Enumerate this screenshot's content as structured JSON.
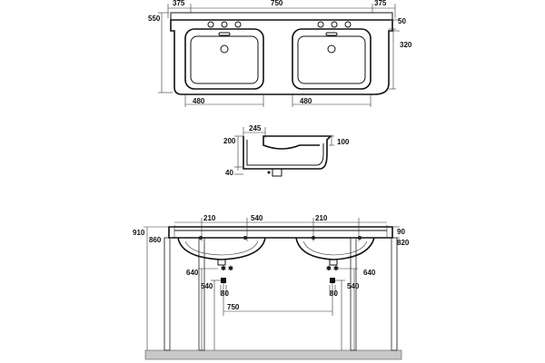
{
  "top_view": {
    "dim_left_end": "375",
    "dim_center": "750",
    "dim_right_end": "375",
    "dim_depth": "550",
    "dim_bowl_depth": "320",
    "dim_rim": "50",
    "dim_bowl_left": "480",
    "dim_bowl_right": "480"
  },
  "side_view": {
    "dim_depth": "245",
    "dim_height": "200",
    "dim_rim": "100",
    "dim_drain": "40"
  },
  "front_view": {
    "dim_a": "210",
    "dim_b": "540",
    "dim_c": "210",
    "dim_total_height": "910",
    "dim_bowl_height": "860",
    "dim_top_thickness": "90",
    "dim_rim_height": "820",
    "dim_trap_left": "640",
    "dim_trap_right": "640",
    "dim_pipe_left": "540",
    "dim_pipe_right": "540",
    "dim_pipe_width_left": "80",
    "dim_pipe_width_right": "80",
    "dim_pipe_spacing": "750"
  }
}
